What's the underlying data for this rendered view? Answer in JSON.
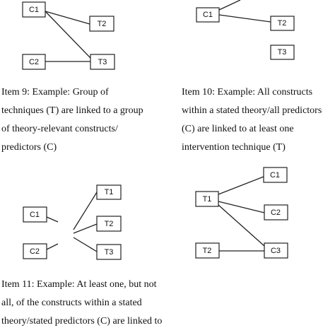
{
  "items": [
    {
      "caption_lines": [
        "Item 9: Example: Group of",
        "techniques (T) are linked to a group",
        "of theory-relevant constructs/",
        "predictors (C)"
      ]
    },
    {
      "caption_lines": [
        "Item 10: Example: All constructs",
        "within a stated theory/all predictors",
        "(C) are linked to at least one",
        "intervention technique (T)"
      ]
    },
    {
      "caption_lines": [
        "Item 11: Example: At least one, but not",
        "all, of the constructs within a stated",
        "theory/stated predictors (C) are linked to"
      ]
    }
  ],
  "diagrams": {
    "item9": {
      "labels": [
        "C1",
        "T2",
        "C2",
        "T3"
      ]
    },
    "item10": {
      "labels": [
        "C1",
        "T2",
        "T3"
      ]
    },
    "item11": {
      "labels": [
        "T1",
        "C1",
        "T2",
        "C2",
        "T3"
      ]
    },
    "item12": {
      "labels": [
        "C1",
        "T1",
        "C2",
        "T2",
        "C3"
      ]
    }
  }
}
